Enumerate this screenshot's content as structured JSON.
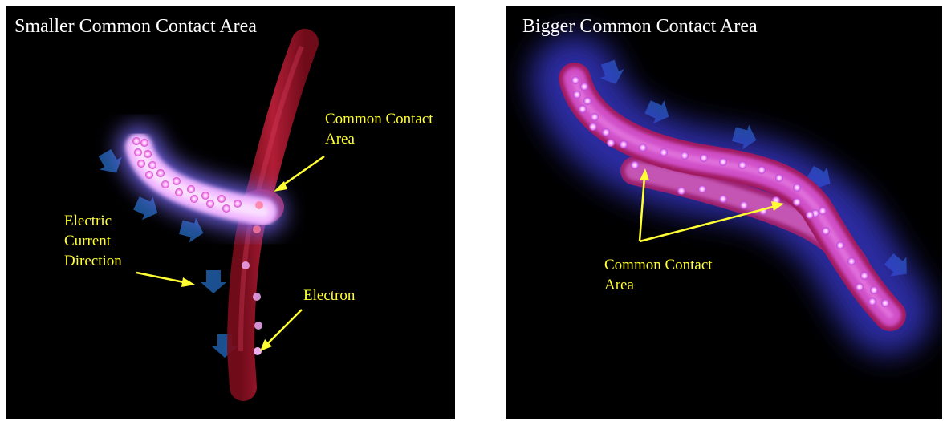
{
  "colors": {
    "background": "#000000",
    "label_yellow": "#ffff33",
    "wire_red": "#b01830",
    "electron_glow": "#ff66ff",
    "arrow_blue": "#1f5fa8"
  },
  "icons": {
    "current_arrow": "arrow-icon",
    "electron": "electron-dot-icon"
  },
  "left_panel": {
    "title": "Smaller Common Contact Area",
    "contact_label_line1": "Common Contact",
    "contact_label_line2": "Area",
    "current_label_line1": "Electric",
    "current_label_line2": "Current",
    "current_label_line3": "Direction",
    "electron_label": "Electron"
  },
  "right_panel": {
    "title": "Bigger Common Contact Area",
    "contact_label_line1": "Common Contact",
    "contact_label_line2": "Area"
  }
}
